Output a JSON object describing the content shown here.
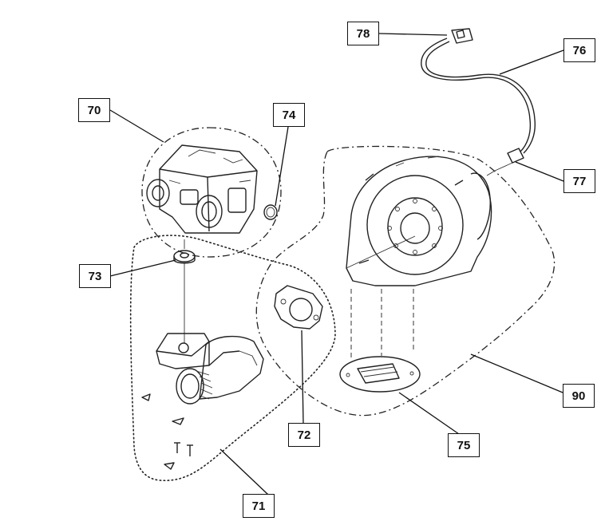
{
  "diagram": {
    "labels": {
      "l70": "70",
      "l71": "71",
      "l72": "72",
      "l73": "73",
      "l74": "74",
      "l75": "75",
      "l76": "76",
      "l77": "77",
      "l78": "78",
      "l90": "90"
    },
    "parts": [
      "gas-valve",
      "venturi-assembly",
      "gasket",
      "washer",
      "o-ring",
      "fan-gasket",
      "fan-cable",
      "cable-connector",
      "cable-plug",
      "fan-assembly"
    ]
  }
}
